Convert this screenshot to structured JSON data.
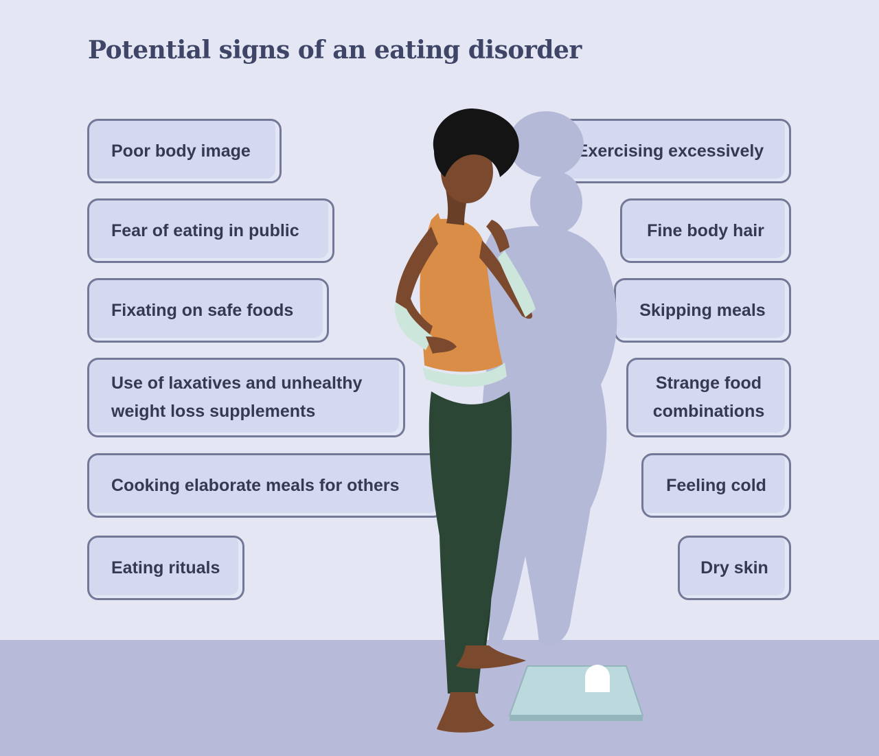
{
  "title": "Potential signs of an eating disorder",
  "left_signs": [
    "Poor body image",
    "Fear of eating in public",
    "Fixating on safe foods",
    "Use of laxatives and unhealthy weight loss supplements",
    "Cooking elaborate meals for others",
    "Eating rituals"
  ],
  "right_signs": [
    "Exercising excessively",
    "Fine body hair",
    "Skipping meals",
    "Strange food combinations",
    "Feeling cold",
    "Dry skin"
  ],
  "colors": {
    "background": "#e4e6f3",
    "floor": "#b7bad9",
    "card_fill": "#d5d9f0",
    "card_border": "#737896",
    "title_text": "#3e4566",
    "shadow_figure": "#b5b9d8",
    "top": "#d98d47",
    "pants": "#2b4635",
    "skin": "#7b4a2e",
    "sleeve": "#cde6dc",
    "scale": "#bcd9de"
  },
  "illustration": {
    "subject": "woman-looking-down-at-bathroom-scale",
    "shadow": "larger-body-shadow-on-wall"
  }
}
